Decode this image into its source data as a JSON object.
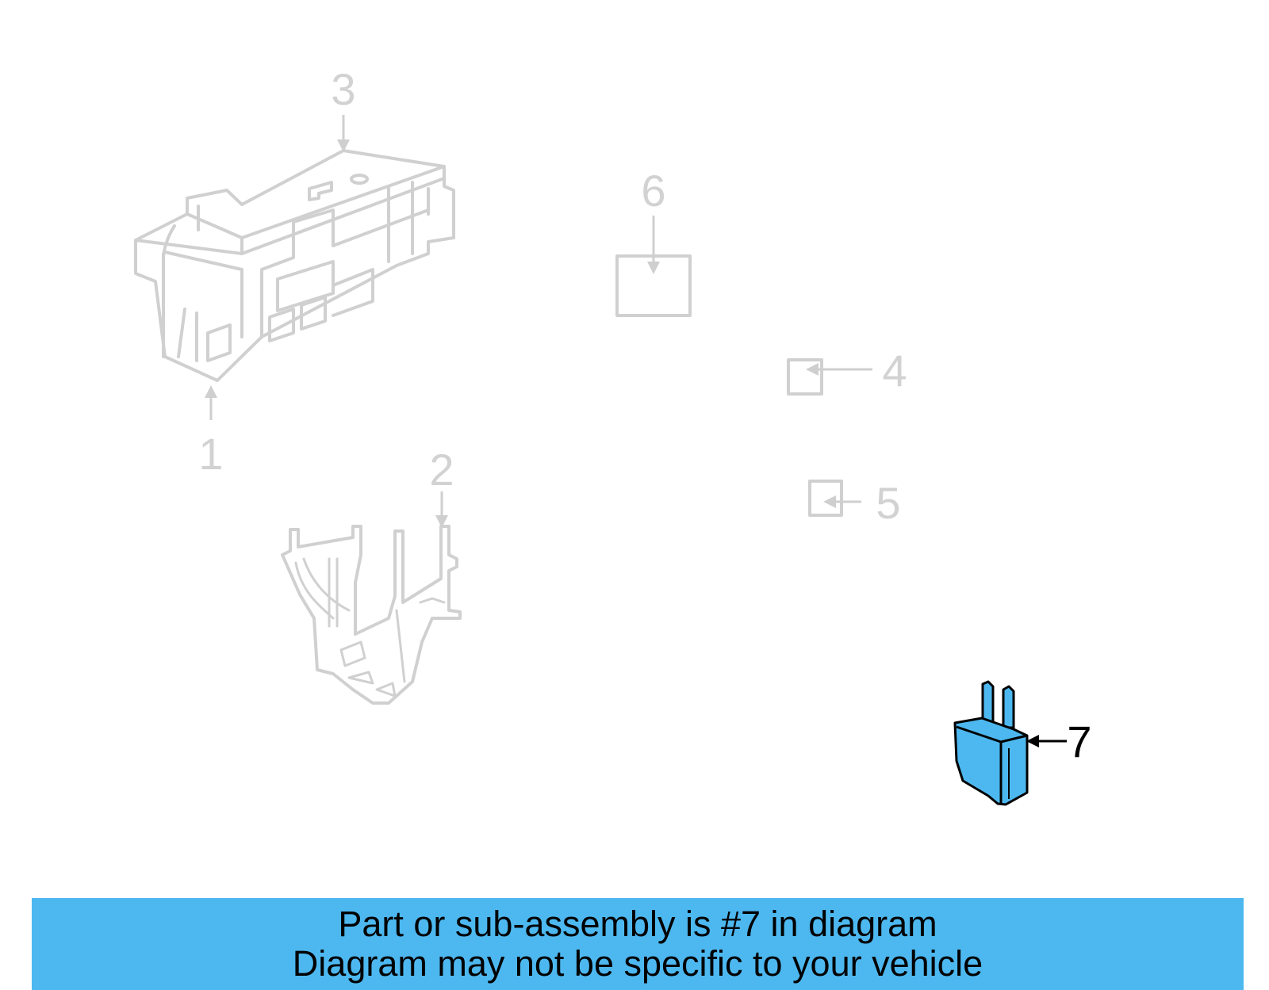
{
  "callouts": {
    "c1": "1",
    "c2": "2",
    "c3": "3",
    "c4": "4",
    "c5": "5",
    "c6": "6",
    "c7": "7"
  },
  "highlighted_part": "7",
  "colors": {
    "highlight": "#4db8f0",
    "ghost_line": "#d0d0d0",
    "banner": "#4db8f0"
  },
  "banner": {
    "line1": "Part or sub-assembly is #7 in diagram",
    "line2": "Diagram may not be specific to your vehicle"
  }
}
